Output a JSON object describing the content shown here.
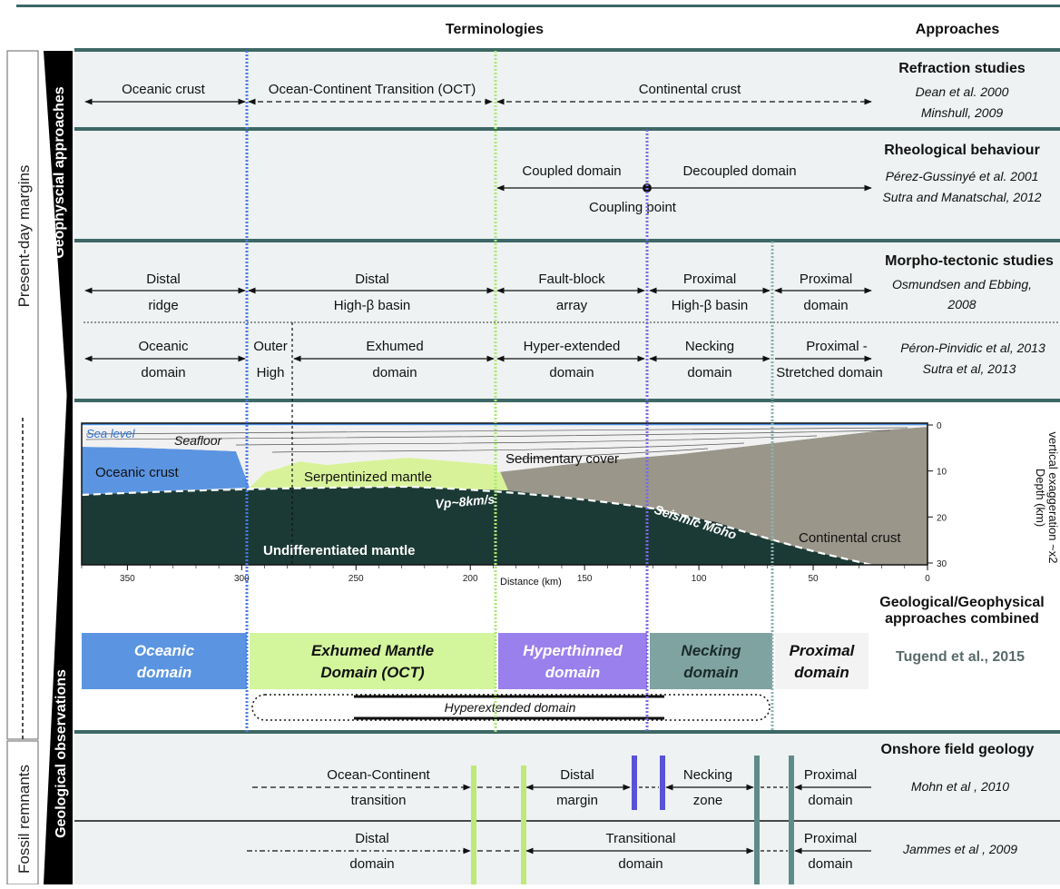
{
  "header": {
    "terminologies": "Terminologies",
    "approaches": "Approaches"
  },
  "side_labels": {
    "present_day": "Present-day margins",
    "geophysical": "Geophyscial approaches",
    "fossil": "Fossil remnants",
    "geological": "Geological observations"
  },
  "refraction": {
    "heading": "Refraction studies",
    "refs": [
      "Dean et al. 2000",
      "Minshull, 2009"
    ],
    "labels": [
      "Oceanic crust",
      "Ocean-Continent Transition (OCT)",
      "Continental crust"
    ]
  },
  "rheology": {
    "heading": "Rheological behaviour",
    "refs": [
      "Pérez-Gussinyé et al. 2001",
      "Sutra and Manatschal, 2012"
    ],
    "labels": [
      "Coupled domain",
      "Decoupled domain",
      "Coupling point"
    ]
  },
  "morpho": {
    "heading": "Morpho-tectonic studies",
    "refs1": [
      "Osmundsen and Ebbing,",
      "2008"
    ],
    "row1": [
      [
        "Distal",
        "ridge"
      ],
      [
        "Distal",
        "High-β basin"
      ],
      [
        "Fault-block",
        "array"
      ],
      [
        "Proximal",
        "High-β basin"
      ],
      [
        "Proximal",
        "domain"
      ]
    ],
    "refs2": [
      "Péron-Pinvidic et al, 2013",
      "Sutra et al, 2013"
    ],
    "row2": [
      [
        "Oceanic",
        "domain"
      ],
      [
        "Outer",
        "High"
      ],
      [
        "Exhumed",
        "domain"
      ],
      [
        "Hyper-extended",
        "domain"
      ],
      [
        "Necking",
        "domain"
      ],
      [
        "Proximal -",
        "Stretched domain"
      ]
    ]
  },
  "section": {
    "labels": {
      "sea_level": "Sea level",
      "seafloor": "Seafloor",
      "oceanic_crust": "Oceanic crust",
      "serpentinized": "Serpentinized mantle",
      "sedimentary": "Sedimentary cover",
      "vp": "Vp~8km/s",
      "moho": "Seismic Moho",
      "continental": "Continental crust",
      "mantle": "Undifferentiated mantle"
    },
    "x_ticks": [
      "350",
      "300",
      "250",
      "200",
      "150",
      "100",
      "50",
      "0"
    ],
    "x_label": "Distance (km)",
    "depth_ticks": [
      "0",
      "10",
      "20",
      "30"
    ],
    "depth_label": "Depth (km)",
    "exaggeration": "vertical exaggeration ~x2",
    "colors": {
      "ocean": "#5b95e2",
      "serp": "#d8f29a",
      "mantle": "#1c3a35",
      "cont": "#9a968a",
      "sed": "#f1f1f1"
    }
  },
  "combined": {
    "heading": [
      "Geological/Geophysical",
      "approaches combined"
    ],
    "citation": "Tugend et al., 2015",
    "domains": [
      {
        "lines": [
          "Oceanic",
          "domain"
        ],
        "color": "#5b95e2",
        "text_color": "#ffffff"
      },
      {
        "lines": [
          "Exhumed Mantle",
          "Domain (OCT)"
        ],
        "color": "#d3f59c",
        "text_color": "#111111"
      },
      {
        "lines": [
          "Hyperthinned",
          "domain"
        ],
        "color": "#9a80ec",
        "text_color": "#ffffff"
      },
      {
        "lines": [
          "Necking",
          "domain"
        ],
        "color": "#7fa3a1",
        "text_color": "#1a2a2a"
      },
      {
        "lines": [
          "Proximal",
          "domain"
        ],
        "color": "#f3f3f3",
        "text_color": "#111111"
      }
    ],
    "hyperextended": "Hyperextended domain"
  },
  "onshore": {
    "heading": "Onshore field geology",
    "ref1": "Mohn et al , 2010",
    "row1": [
      [
        "Ocean-Continent",
        "transition"
      ],
      [
        "Distal",
        "margin"
      ],
      [
        "Necking",
        "zone"
      ],
      [
        "Proximal",
        "domain"
      ]
    ],
    "ref2": "Jammes et al , 2009",
    "row2": [
      [
        "Distal",
        "domain"
      ],
      [
        "Transitional",
        "domain"
      ],
      [
        "Proximal",
        "domain"
      ]
    ]
  }
}
